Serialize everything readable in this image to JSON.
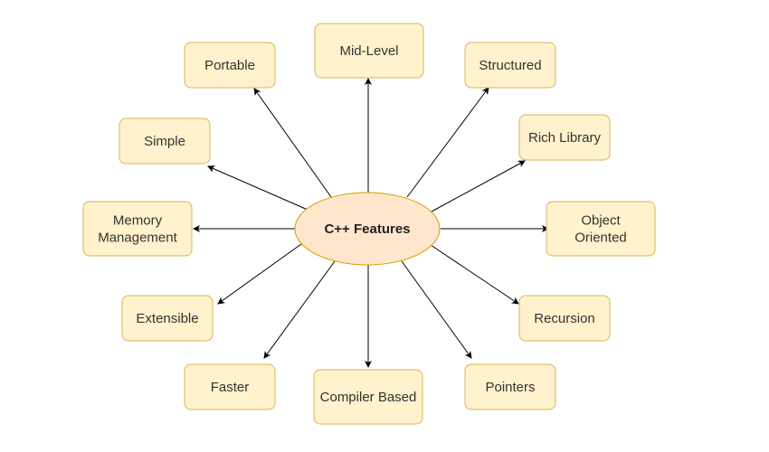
{
  "center": {
    "label": "C++ Features",
    "fill": "#ffe6cc",
    "stroke": "#d79b00"
  },
  "box_style": {
    "fill": "#fff2cc",
    "stroke": "#d6b656",
    "edge": "#000000"
  },
  "features": [
    {
      "id": "mid-level",
      "lines": [
        "Mid-Level"
      ]
    },
    {
      "id": "portable",
      "lines": [
        "Portable"
      ]
    },
    {
      "id": "structured",
      "lines": [
        "Structured"
      ]
    },
    {
      "id": "simple",
      "lines": [
        "Simple"
      ]
    },
    {
      "id": "rich-library",
      "lines": [
        "Rich Library"
      ]
    },
    {
      "id": "memory-management",
      "lines": [
        "Memory",
        "Management"
      ]
    },
    {
      "id": "object-oriented",
      "lines": [
        "Object",
        "Oriented"
      ]
    },
    {
      "id": "extensible",
      "lines": [
        "Extensible"
      ]
    },
    {
      "id": "recursion",
      "lines": [
        "Recursion"
      ]
    },
    {
      "id": "faster",
      "lines": [
        "Faster"
      ]
    },
    {
      "id": "pointers",
      "lines": [
        "Pointers"
      ]
    },
    {
      "id": "compiler-based",
      "lines": [
        "Compiler Based"
      ]
    }
  ]
}
